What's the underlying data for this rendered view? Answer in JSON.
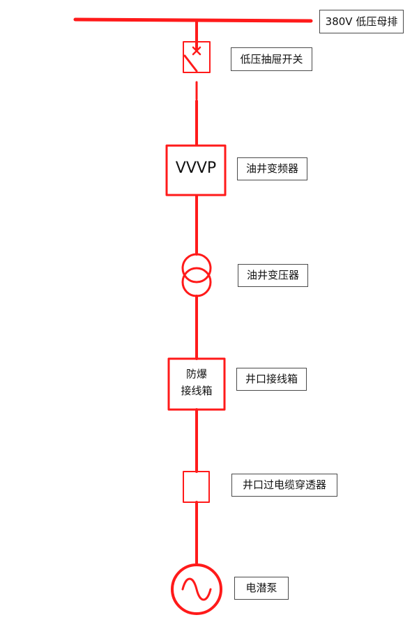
{
  "colors": {
    "line": "#ff1a1a",
    "text": "#111111",
    "label_border": "#4a4a4a"
  },
  "components": {
    "busbar": {
      "icon": "busbar-line",
      "label": "380V 低压母排"
    },
    "drawer_switch": {
      "icon": "switch-icon",
      "label": "低压抽屉开关"
    },
    "vfd": {
      "icon": "vfd-box",
      "inner_text": "VVVP",
      "label": "油井变频器"
    },
    "transformer": {
      "icon": "transformer-icon",
      "label": "油井变压器"
    },
    "junction_box": {
      "icon": "junction-box",
      "inner_line1": "防爆",
      "inner_line2": "接线箱",
      "label": "井口接线箱"
    },
    "penetrator": {
      "icon": "penetrator-box",
      "label": "井口过电缆穿透器"
    },
    "pump": {
      "icon": "motor-pump-icon",
      "label": "电潜泵"
    }
  }
}
